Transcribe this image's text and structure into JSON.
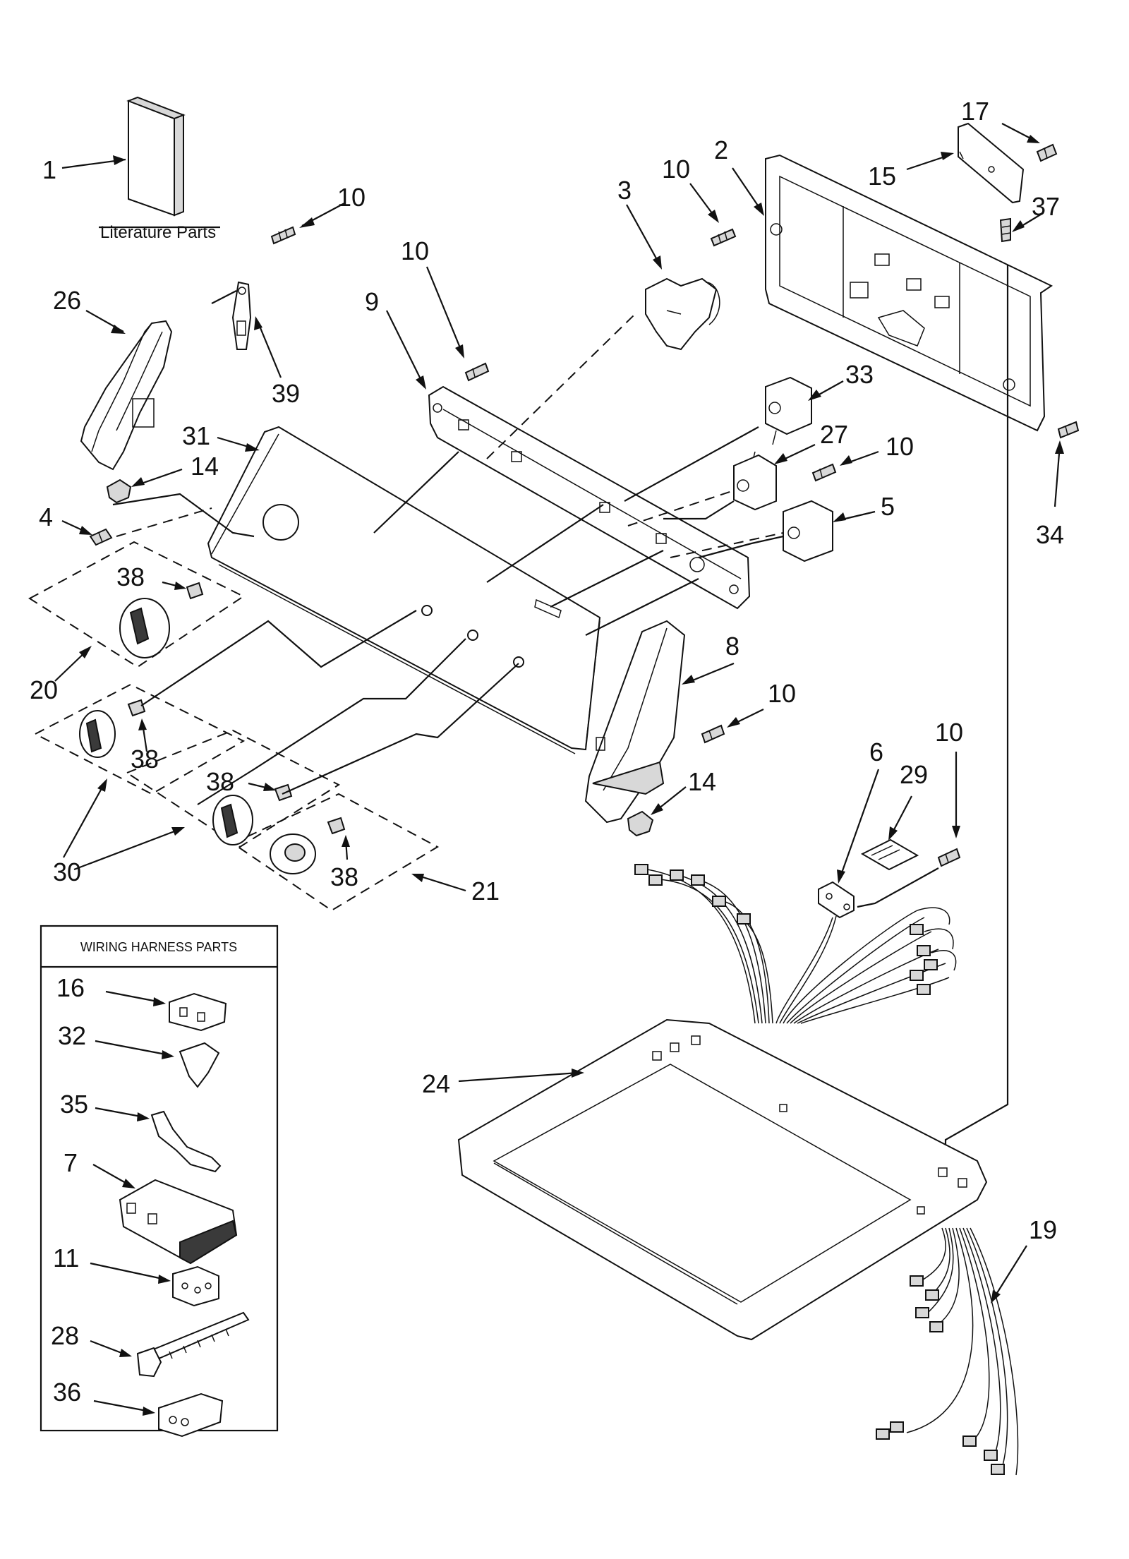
{
  "literature_caption": "Literature Parts",
  "wiring_box_title": "WIRING HARNESS PARTS",
  "callouts": {
    "c1": "1",
    "c2": "2",
    "c3": "3",
    "c4": "4",
    "c5": "5",
    "c6": "6",
    "c7": "7",
    "c8": "8",
    "c9": "9",
    "c10": "10",
    "c11": "11",
    "c14": "14",
    "c15": "15",
    "c16": "16",
    "c17": "17",
    "c19": "19",
    "c20": "20",
    "c21": "21",
    "c24": "24",
    "c26": "26",
    "c27": "27",
    "c28": "28",
    "c29": "29",
    "c30": "30",
    "c31": "31",
    "c32": "32",
    "c33": "33",
    "c34": "34",
    "c35": "35",
    "c36": "36",
    "c37": "37",
    "c38": "38",
    "c39": "39"
  }
}
